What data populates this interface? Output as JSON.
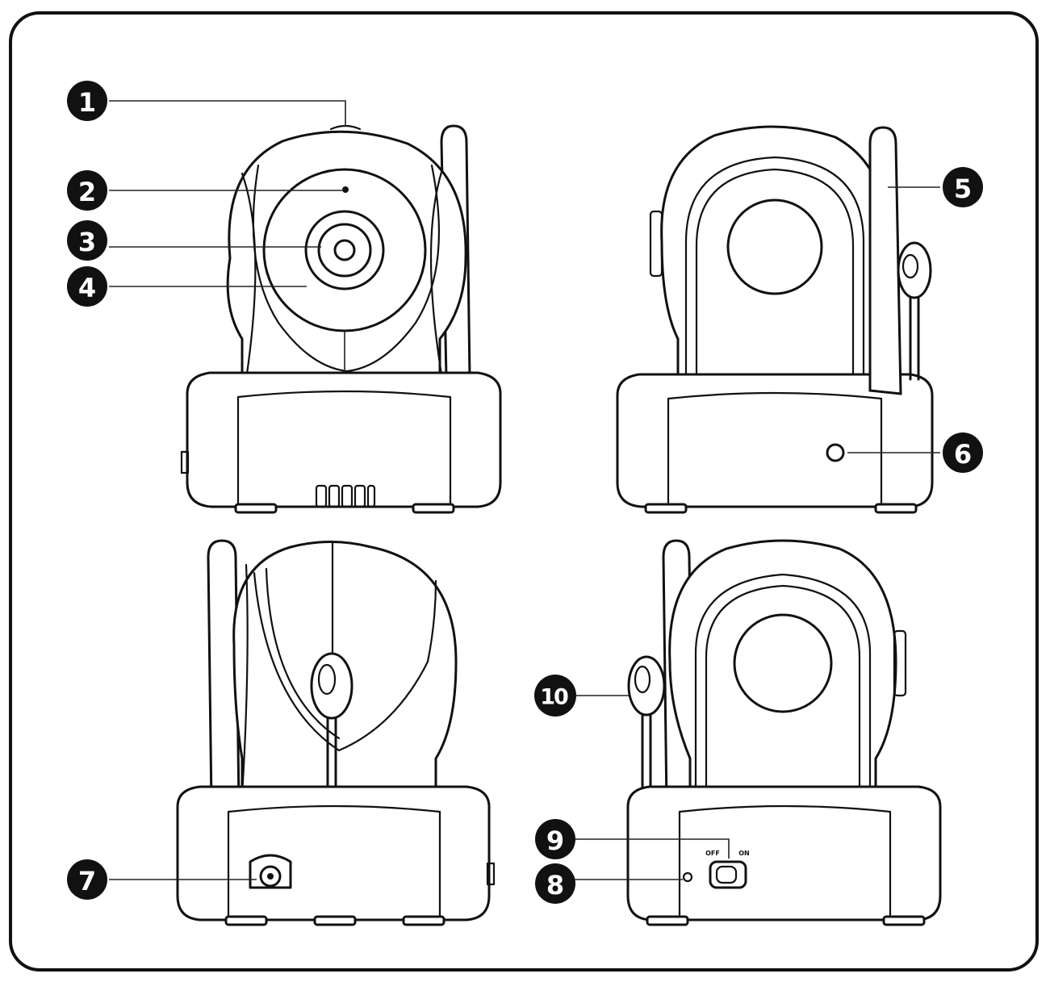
{
  "callouts": [
    "1",
    "2",
    "3",
    "4",
    "5",
    "6",
    "7",
    "8",
    "9",
    "10"
  ],
  "switch": {
    "off_label": "OFF",
    "on_label": "ON"
  },
  "colors": {
    "line": "#111111",
    "background": "#ffffff"
  }
}
